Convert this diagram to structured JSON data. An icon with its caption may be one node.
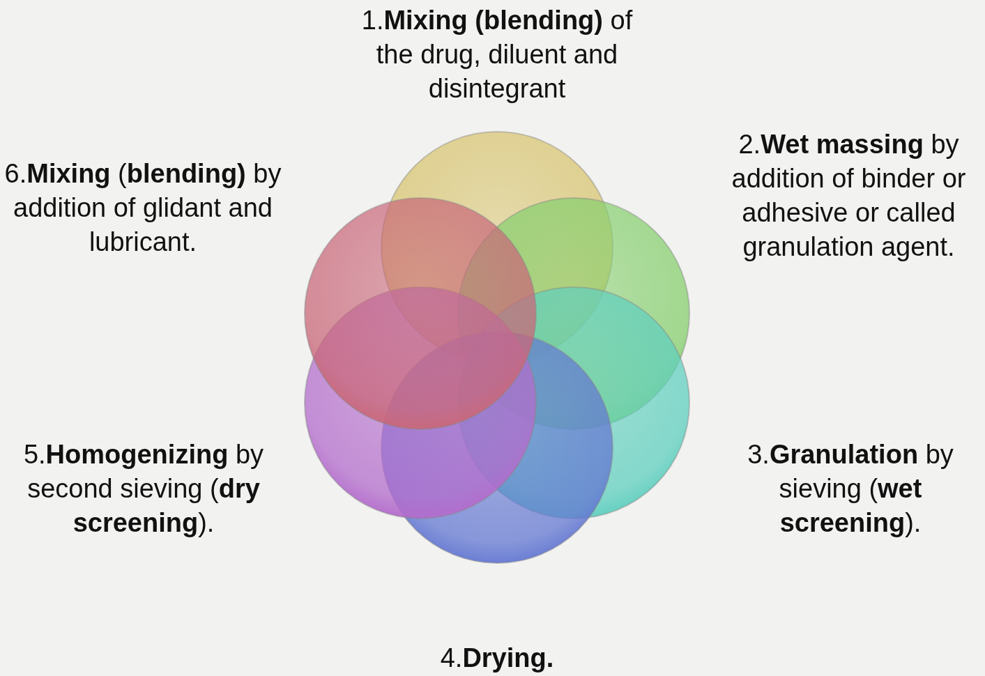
{
  "diagram": {
    "nodes": [
      {
        "text": [],
        "shape": "circle"
      },
      {
        "text": [],
        "shape": "circle"
      },
      {
        "text": [],
        "shape": "circle"
      },
      {
        "text": [],
        "shape": "circle"
      },
      {
        "text": [],
        "shape": "circle"
      },
      {
        "text": [],
        "shape": "circle"
      }
    ],
    "edges": [],
    "labels": [
      "1.**Mixing (blending)** of the drug, diluent and disintegrant",
      "6.**Mixing** (**blending)** by addition of glidant and lubricant.",
      "2.**Wet massing** by addition of binder or adhesive or called granulation agent.",
      "5.**Homogenizing** by second sieving (**dry screening**).",
      "3.**Granulation** by sieving (**wet screening**).",
      "4.**Drying.**"
    ]
  }
}
